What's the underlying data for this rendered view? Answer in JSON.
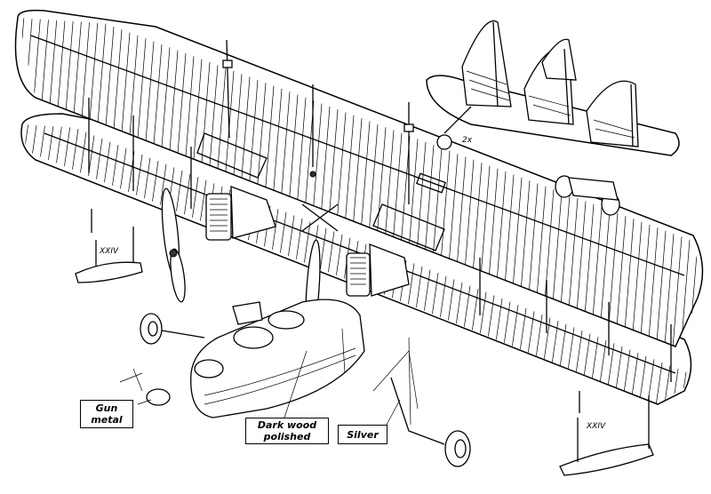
{
  "callouts": {
    "gun_metal": "Gun metal",
    "dark_wood": "Dark wood polished",
    "silver": "Silver",
    "multiplier": "2x"
  },
  "markings": {
    "serial_left": "XXIV",
    "serial_right": "XXIV"
  },
  "colors": {
    "line": "#000000",
    "background": "#ffffff"
  }
}
